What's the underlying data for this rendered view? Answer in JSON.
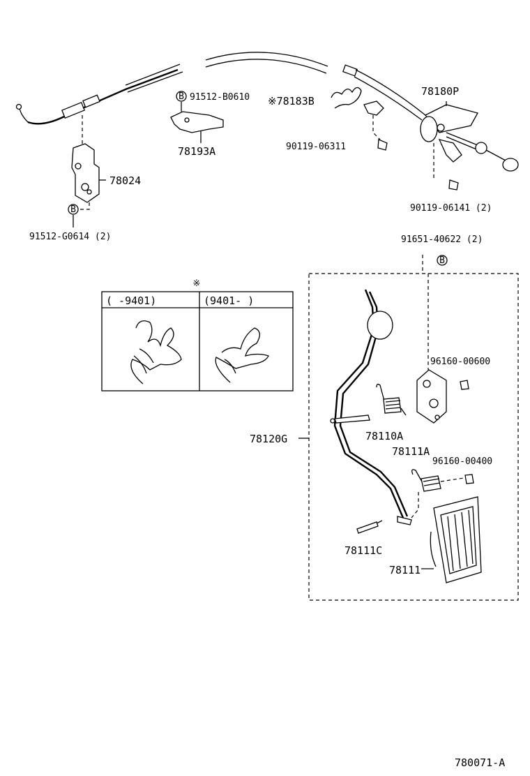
{
  "diagram_id": "780071-A",
  "labels": {
    "p78180P": "78180P",
    "p78183B": "※78183B",
    "p91512B": "91512-B0610",
    "p78193A": "78193A",
    "p90119_06311": "90119-06311",
    "p78024": "78024",
    "p91512G": "91512-G0614 (2)",
    "p90119_06141": "90119-06141 (2)",
    "p91651": "91651-40622 (2)",
    "p96160_00600": "96160-00600",
    "p78110A": "78110A",
    "p78111A": "78111A",
    "p96160_00400": "96160-00400",
    "p78120G": "78120G",
    "p78111C": "78111C",
    "p78111": "78111"
  },
  "bolt_symbol": "B",
  "inset": {
    "mark": "※",
    "col1": "(      -9401)",
    "col2": "(9401-      )"
  }
}
